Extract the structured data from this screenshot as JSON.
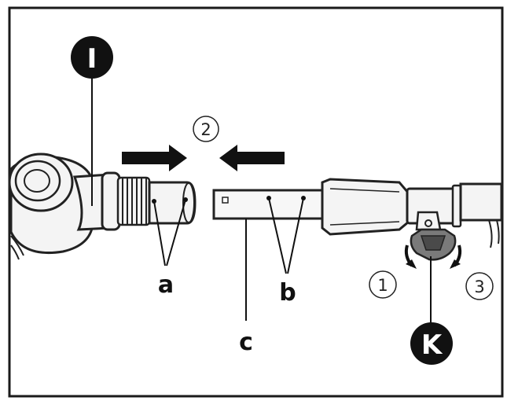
{
  "badges": {
    "top_left": "I",
    "bottom_right": "K"
  },
  "steps": {
    "join": "2",
    "rotate_left": "1",
    "rotate_right": "3"
  },
  "labels": {
    "holes_left": "a",
    "holes_right": "b",
    "tube": "c"
  },
  "colors": {
    "ink": "#111111",
    "frame": "#1a1a1a",
    "metal": "#f2f2f2",
    "badge": "#111111"
  }
}
